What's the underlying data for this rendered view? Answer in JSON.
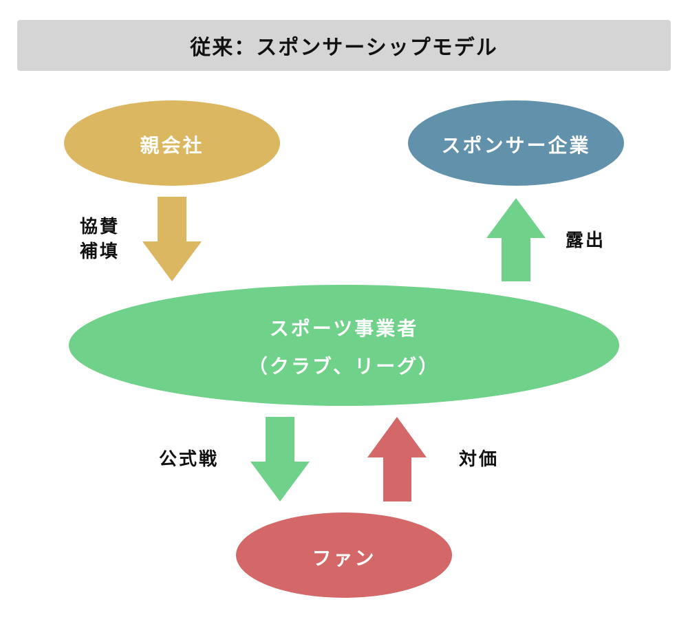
{
  "title": "従来：スポンサーシップモデル",
  "colors": {
    "parent": "#dcb762",
    "sponsor": "#6191ab",
    "sports": "#6fd18a",
    "fan": "#d46767",
    "title_bg": "#d5d5d5"
  },
  "nodes": {
    "parent_company": "親会社",
    "sponsor_company": "スポンサー企業",
    "sports_business_line1": "スポーツ事業者",
    "sports_business_line2": "（クラブ、リーグ）",
    "fan": "ファン"
  },
  "edges": {
    "parent_to_sports": {
      "line1": "協賛",
      "line2": "補填"
    },
    "sports_to_sponsor": "露出",
    "sports_to_fan": "公式戦",
    "fan_to_sports": "対価"
  }
}
